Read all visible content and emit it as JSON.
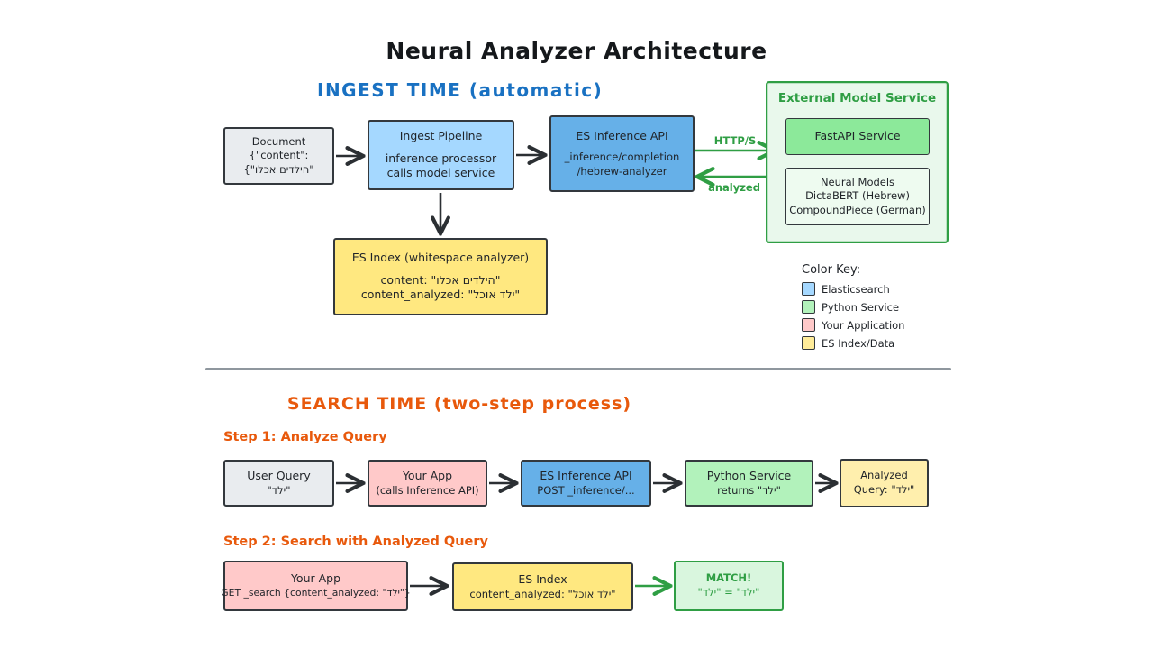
{
  "palette": {
    "elasticsearch_blue": "#a5d8ff",
    "elasticsearch_blue_dark": "#66b0e8",
    "python_green": "#b2f2bb",
    "app_pink": "#ffc9c9",
    "index_yellow": "#ffec99",
    "green_accent": "#2f9e44",
    "blue_heading": "#1971c2",
    "orange_heading": "#e8590c"
  },
  "title": "Neural Analyzer Architecture",
  "ingest": {
    "heading": "INGEST TIME (automatic)",
    "document": {
      "l1": "Document",
      "l2": "{\"content\":",
      "l3": "\"הילדים אכלו\"}"
    },
    "pipeline": {
      "l1": "Ingest Pipeline",
      "l2": "inference processor",
      "l3": "calls model service"
    },
    "inference_api": {
      "l1": "ES Inference API",
      "l2": "_inference/completion",
      "l3": "/hebrew-analyzer"
    },
    "http_label": "HTTP/S",
    "analyzed_label": "analyzed",
    "external": {
      "title": "External Model Service",
      "fastapi": "FastAPI Service",
      "models": {
        "l1": "Neural Models",
        "l2": "DictaBERT (Hebrew)",
        "l3": "CompoundPiece (German)"
      }
    },
    "es_index": {
      "l1": "ES Index (whitespace analyzer)",
      "l2": "content: \"הילדים אכלו\"",
      "l3": "content_analyzed: \"ילד אוכל\""
    }
  },
  "color_key": {
    "title": "Color Key:",
    "items": [
      {
        "label": "Elasticsearch",
        "color": "#a5d8ff"
      },
      {
        "label": "Python Service",
        "color": "#b2f2bb"
      },
      {
        "label": "Your Application",
        "color": "#ffc9c9"
      },
      {
        "label": "ES Index/Data",
        "color": "#ffec99"
      }
    ]
  },
  "search": {
    "heading": "SEARCH TIME (two-step process)",
    "step1_label": "Step 1: Analyze Query",
    "step1": {
      "user_query": {
        "l1": "User Query",
        "l2": "\"ילד\""
      },
      "your_app": {
        "l1": "Your App",
        "l2": "(calls Inference API)"
      },
      "es_api": {
        "l1": "ES Inference API",
        "l2": "POST _inference/..."
      },
      "python": {
        "l1": "Python Service",
        "l2": "returns \"ילד\""
      },
      "analyzed": {
        "l1": "Analyzed",
        "l2": "Query: \"ילד\""
      }
    },
    "step2_label": "Step 2: Search with Analyzed Query",
    "step2": {
      "your_app": {
        "l1": "Your App",
        "l2": "GET _search {content_analyzed: \"ילד\"}"
      },
      "es_index": {
        "l1": "ES Index",
        "l2": "content_analyzed: \"ילד אוכל\""
      },
      "match": {
        "l1": "MATCH!",
        "l2": "\"ילד\" = \"ילד\""
      }
    }
  }
}
